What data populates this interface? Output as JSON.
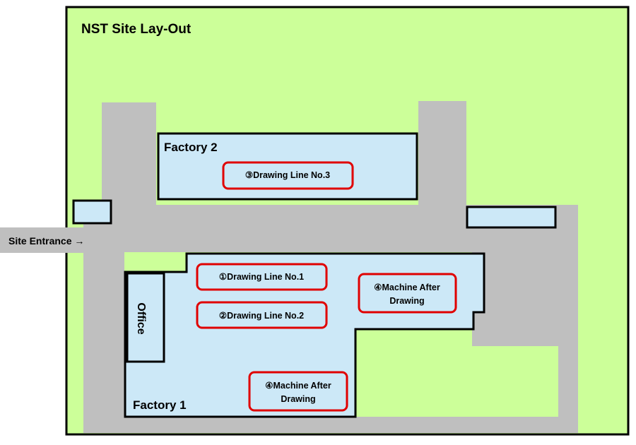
{
  "title": "NST Site Lay-Out",
  "entrance": "Site Entrance →",
  "factory1": "Factory 1",
  "factory2": "Factory 2",
  "office": "Office",
  "lines": {
    "line1": "①Drawing Line No.1",
    "line2": "②Drawing Line No.2",
    "line3": "③Drawing Line No.3",
    "machine_a": [
      "④Machine After",
      "Drawing"
    ],
    "machine_b": [
      "④Machine After",
      "Drawing"
    ]
  },
  "colors": {
    "ground": "#ccff99",
    "road": "#bfbfbf",
    "building": "#cce8f7",
    "highlight": "#e00000",
    "outline": "#000000"
  }
}
